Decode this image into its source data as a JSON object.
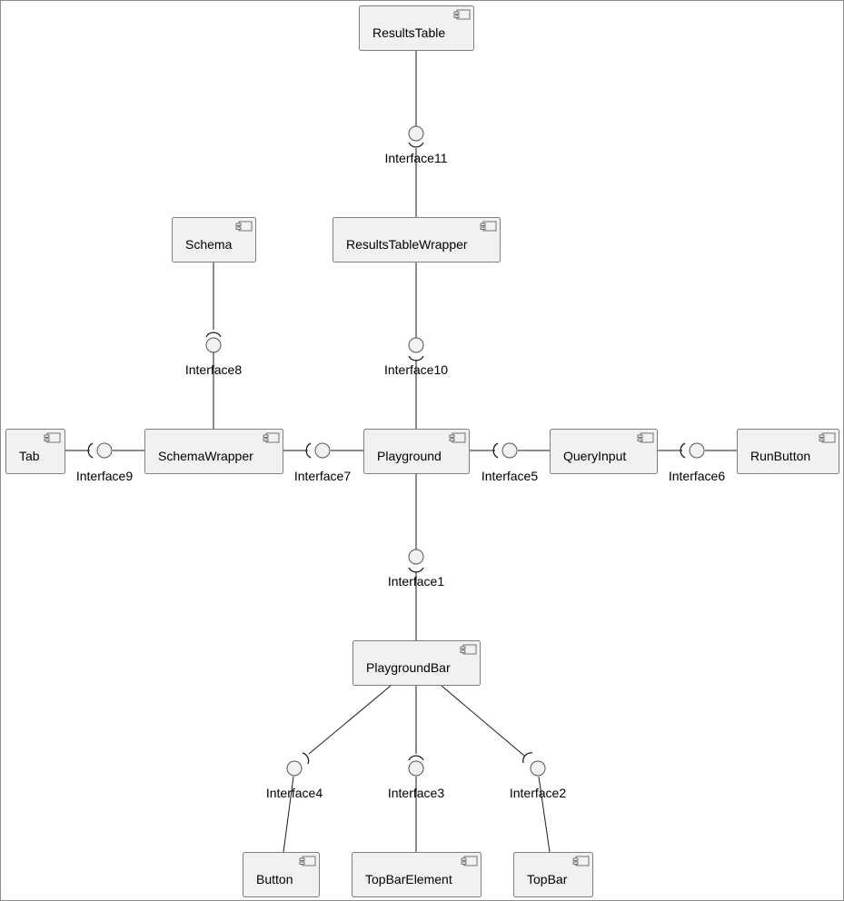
{
  "components": {
    "results_table": "ResultsTable",
    "results_table_wrapper": "ResultsTableWrapper",
    "schema": "Schema",
    "schema_wrapper": "SchemaWrapper",
    "tab": "Tab",
    "playground": "Playground",
    "query_input": "QueryInput",
    "run_button": "RunButton",
    "playground_bar": "PlaygroundBar",
    "button": "Button",
    "top_bar_element": "TopBarElement",
    "top_bar": "TopBar"
  },
  "interfaces": {
    "i1": "Interface1",
    "i2": "Interface2",
    "i3": "Interface3",
    "i4": "Interface4",
    "i5": "Interface5",
    "i6": "Interface6",
    "i7": "Interface7",
    "i8": "Interface8",
    "i9": "Interface9",
    "i10": "Interface10",
    "i11": "Interface11"
  }
}
